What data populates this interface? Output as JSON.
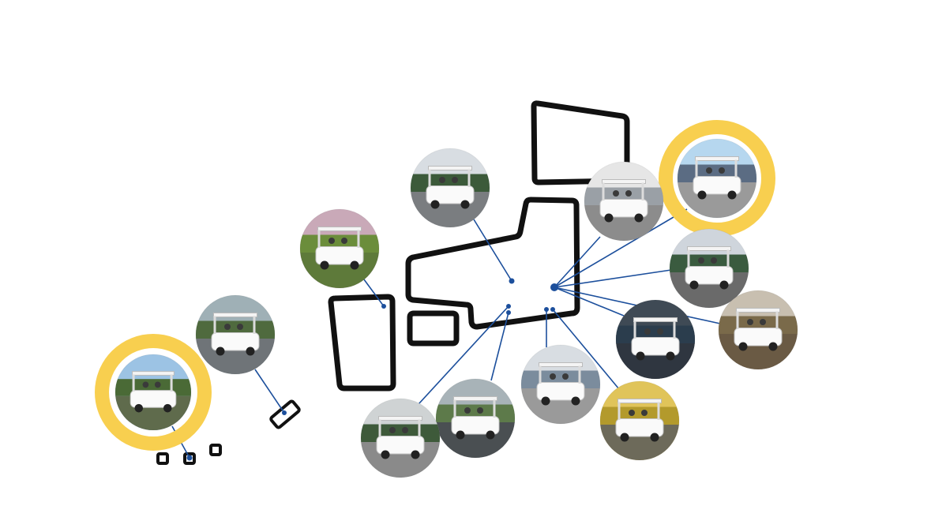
{
  "map": {
    "description_free": true,
    "colors": {
      "outline": "#111111",
      "leader": "#1c4f9c",
      "highlight_ring": "#f8cf4f"
    },
    "photos": [
      {
        "id": "north-tohoku",
        "highlighted": false,
        "icon": "golf-cart-photo"
      },
      {
        "id": "east-tohoku",
        "highlighted": true,
        "icon": "golf-cart-photo"
      },
      {
        "id": "east-1",
        "highlighted": false,
        "icon": "golf-cart-photo"
      },
      {
        "id": "east-2",
        "highlighted": false,
        "icon": "golf-cart-photo"
      },
      {
        "id": "east-3",
        "highlighted": false,
        "icon": "golf-cart-photo"
      },
      {
        "id": "east-4",
        "highlighted": false,
        "icon": "golf-cart-photo"
      },
      {
        "id": "central-1",
        "highlighted": false,
        "icon": "golf-cart-photo"
      },
      {
        "id": "central-2",
        "highlighted": false,
        "icon": "golf-cart-photo"
      },
      {
        "id": "central-3",
        "highlighted": false,
        "icon": "golf-cart-photo"
      },
      {
        "id": "west-1",
        "highlighted": false,
        "icon": "golf-cart-photo"
      },
      {
        "id": "shikoku",
        "highlighted": false,
        "icon": "golf-cart-photo"
      },
      {
        "id": "kyushu-1",
        "highlighted": false,
        "icon": "golf-cart-photo"
      },
      {
        "id": "okinawa",
        "highlighted": true,
        "icon": "golf-cart-photo"
      }
    ]
  }
}
